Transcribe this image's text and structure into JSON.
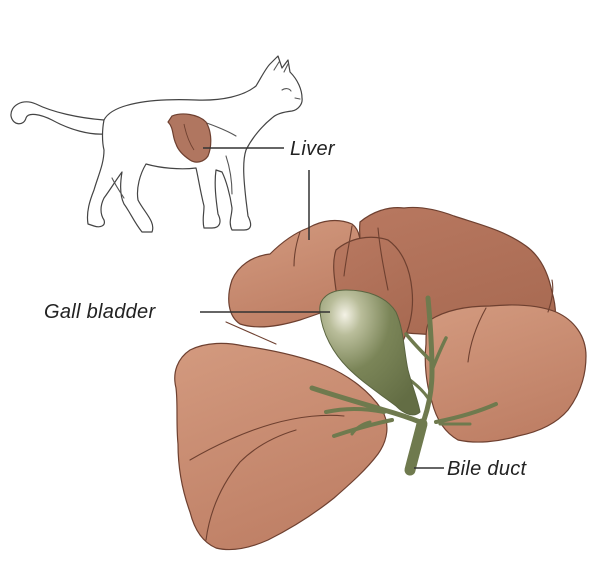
{
  "labels": {
    "liver": "Liver",
    "gall_bladder": "Gall bladder",
    "bile_duct": "Bile duct"
  },
  "colors": {
    "liver_fill": "#c4876c",
    "liver_dark": "#a76b53",
    "liver_outline": "#6e4030",
    "gall_bladder_fill": "#6f7a4e",
    "duct_fill": "#6f7a4e",
    "cat_outline": "#444444"
  },
  "icons": [
    "cat-outline-icon",
    "liver-icon",
    "gall-bladder-icon",
    "bile-duct-icon"
  ]
}
